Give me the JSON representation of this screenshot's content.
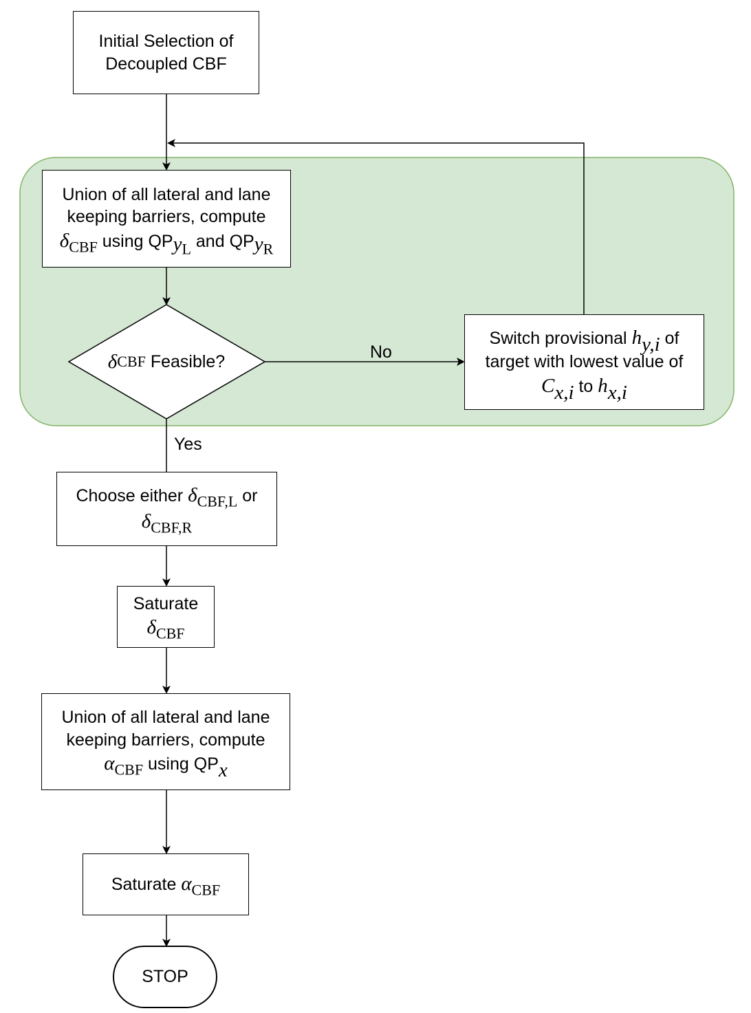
{
  "boxes": {
    "initial": "Initial Selection of Decoupled CBF",
    "union1": {
      "line1": "Union of all lateral and lane keeping barriers, compute",
      "using": "using",
      "qp": "QP",
      "and": "and"
    },
    "decision": {
      "text": "Feasible?"
    },
    "switch": {
      "pre": "Switch provisional",
      "of": "of",
      "line2": "target with lowest value of",
      "to": "to"
    },
    "choose": {
      "pre": "Choose either",
      "or": "or"
    },
    "saturate1": {
      "line1": "Saturate"
    },
    "union2": {
      "line1": "Union of all lateral and lane keeping barriers, compute",
      "using": "using",
      "qp": "QP"
    },
    "saturate2": {
      "pre": "Saturate"
    },
    "stop": "STOP"
  },
  "edges": {
    "no": "No",
    "yes": "Yes"
  },
  "math": {
    "delta": "δ",
    "alpha": "α",
    "cbf": "CBF",
    "cbfL": "CBF,L",
    "cbfR": "CBF,R",
    "y": "y",
    "subL": "L",
    "subR": "R",
    "x": "x",
    "h": "h",
    "C": "C",
    "yi": "y,i",
    "xi": "x,i"
  },
  "colors": {
    "region_fill": "#d5e8d4",
    "region_stroke": "#82b366",
    "line": "#000000"
  }
}
